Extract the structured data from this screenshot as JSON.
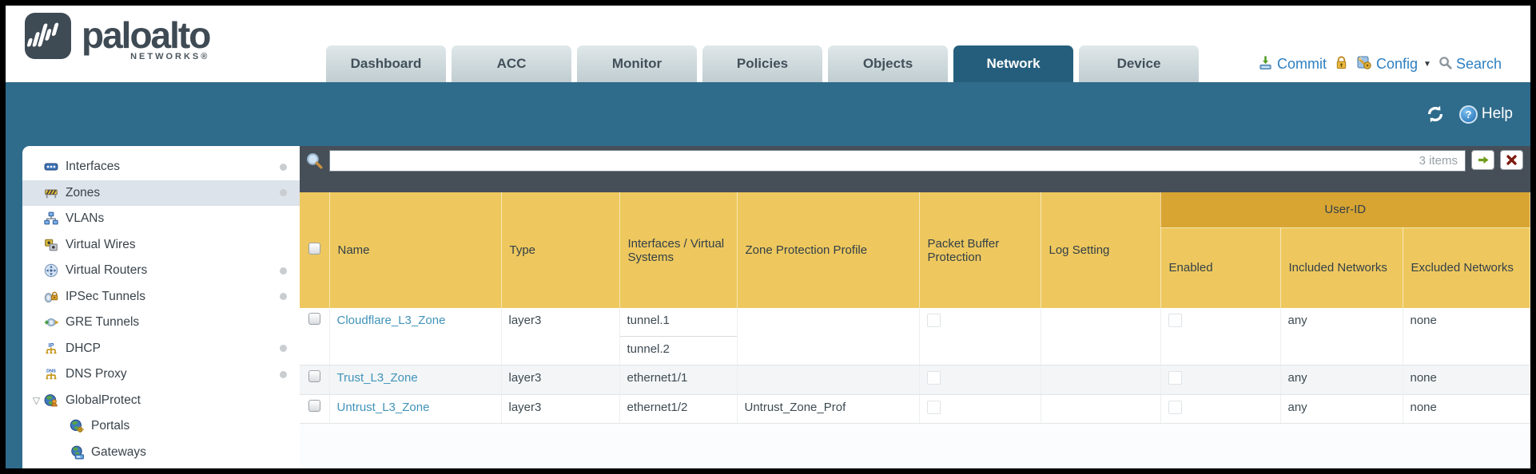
{
  "brand": {
    "logo_text": "paloalto",
    "logo_sub": "NETWORKS®"
  },
  "nav": {
    "tabs": [
      {
        "label": "Dashboard",
        "active": false
      },
      {
        "label": "ACC",
        "active": false
      },
      {
        "label": "Monitor",
        "active": false
      },
      {
        "label": "Policies",
        "active": false
      },
      {
        "label": "Objects",
        "active": false
      },
      {
        "label": "Network",
        "active": true
      },
      {
        "label": "Device",
        "active": false
      }
    ],
    "actions": {
      "commit": "Commit",
      "config": "Config",
      "search": "Search"
    }
  },
  "toolbar": {
    "help_label": "Help"
  },
  "sidebar": {
    "items": [
      {
        "label": "Interfaces",
        "icon": "interfaces-icon",
        "level": 1,
        "selected": false,
        "dot": true,
        "expander": false
      },
      {
        "label": "Zones",
        "icon": "zones-icon",
        "level": 1,
        "selected": true,
        "dot": true,
        "expander": false
      },
      {
        "label": "VLANs",
        "icon": "vlans-icon",
        "level": 1,
        "selected": false,
        "dot": false,
        "expander": false
      },
      {
        "label": "Virtual Wires",
        "icon": "virtual-wires-icon",
        "level": 1,
        "selected": false,
        "dot": false,
        "expander": false
      },
      {
        "label": "Virtual Routers",
        "icon": "virtual-routers-icon",
        "level": 1,
        "selected": false,
        "dot": true,
        "expander": false
      },
      {
        "label": "IPSec Tunnels",
        "icon": "ipsec-tunnels-icon",
        "level": 1,
        "selected": false,
        "dot": true,
        "expander": false
      },
      {
        "label": "GRE Tunnels",
        "icon": "gre-tunnels-icon",
        "level": 1,
        "selected": false,
        "dot": false,
        "expander": false
      },
      {
        "label": "DHCP",
        "icon": "dhcp-icon",
        "level": 1,
        "selected": false,
        "dot": true,
        "expander": false
      },
      {
        "label": "DNS Proxy",
        "icon": "dns-proxy-icon",
        "level": 1,
        "selected": false,
        "dot": true,
        "expander": false
      },
      {
        "label": "GlobalProtect",
        "icon": "globalprotect-icon",
        "level": 1,
        "selected": false,
        "dot": false,
        "expander": true
      },
      {
        "label": "Portals",
        "icon": "portals-icon",
        "level": 2,
        "selected": false,
        "dot": false,
        "expander": false
      },
      {
        "label": "Gateways",
        "icon": "gateways-icon",
        "level": 2,
        "selected": false,
        "dot": false,
        "expander": false
      }
    ]
  },
  "filter": {
    "value": "",
    "count_label": "3 items"
  },
  "table": {
    "user_id_group_label": "User-ID",
    "columns": [
      "Name",
      "Type",
      "Interfaces / Virtual Systems",
      "Zone Protection Profile",
      "Packet Buffer Protection",
      "Log Setting",
      "Enabled",
      "Included Networks",
      "Excluded Networks"
    ],
    "rows": [
      {
        "name": "Cloudflare_L3_Zone",
        "type": "layer3",
        "interfaces": [
          "tunnel.1",
          "tunnel.2"
        ],
        "zone_protection_profile": "",
        "packet_buffer_protection_checked": false,
        "log_setting": "",
        "user_id_enabled_checked": false,
        "included_networks": "any",
        "excluded_networks": "none"
      },
      {
        "name": "Trust_L3_Zone",
        "type": "layer3",
        "interfaces": [
          "ethernet1/1"
        ],
        "zone_protection_profile": "",
        "packet_buffer_protection_checked": false,
        "log_setting": "",
        "user_id_enabled_checked": false,
        "included_networks": "any",
        "excluded_networks": "none"
      },
      {
        "name": "Untrust_L3_Zone",
        "type": "layer3",
        "interfaces": [
          "ethernet1/2"
        ],
        "zone_protection_profile": "Untrust_Zone_Prof",
        "packet_buffer_protection_checked": false,
        "log_setting": "",
        "user_id_enabled_checked": false,
        "included_networks": "any",
        "excluded_networks": "none"
      }
    ]
  },
  "colors": {
    "teal_band": "#2f6b8b",
    "active_tab": "#255e7c",
    "header_gold": "#eec85e",
    "user_id_band_gold": "#d8a533",
    "filter_bar": "#464f58",
    "link_blue": "#4193b9",
    "action_blue": "#2d7fc0"
  }
}
